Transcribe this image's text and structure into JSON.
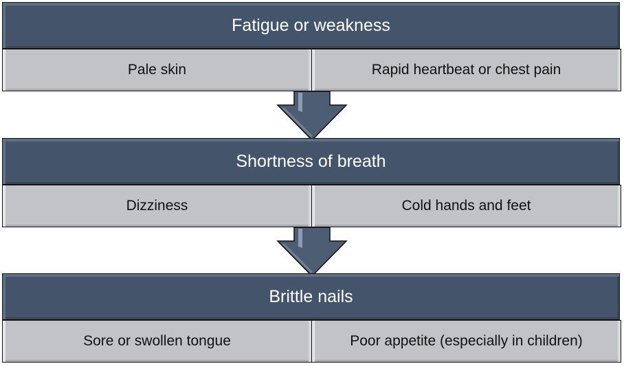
{
  "steps": [
    {
      "title": "Fatigue or weakness",
      "left": "Pale skin",
      "right": "Rapid heartbeat or chest pain"
    },
    {
      "title": "Shortness of breath",
      "left": "Dizziness",
      "right": "Cold hands and feet"
    },
    {
      "title": "Brittle nails",
      "left": "Sore or swollen tongue",
      "right": "Poor appetite (especially in children)"
    }
  ],
  "colors": {
    "header": "#44546a",
    "sub": "#c1c3c7"
  }
}
